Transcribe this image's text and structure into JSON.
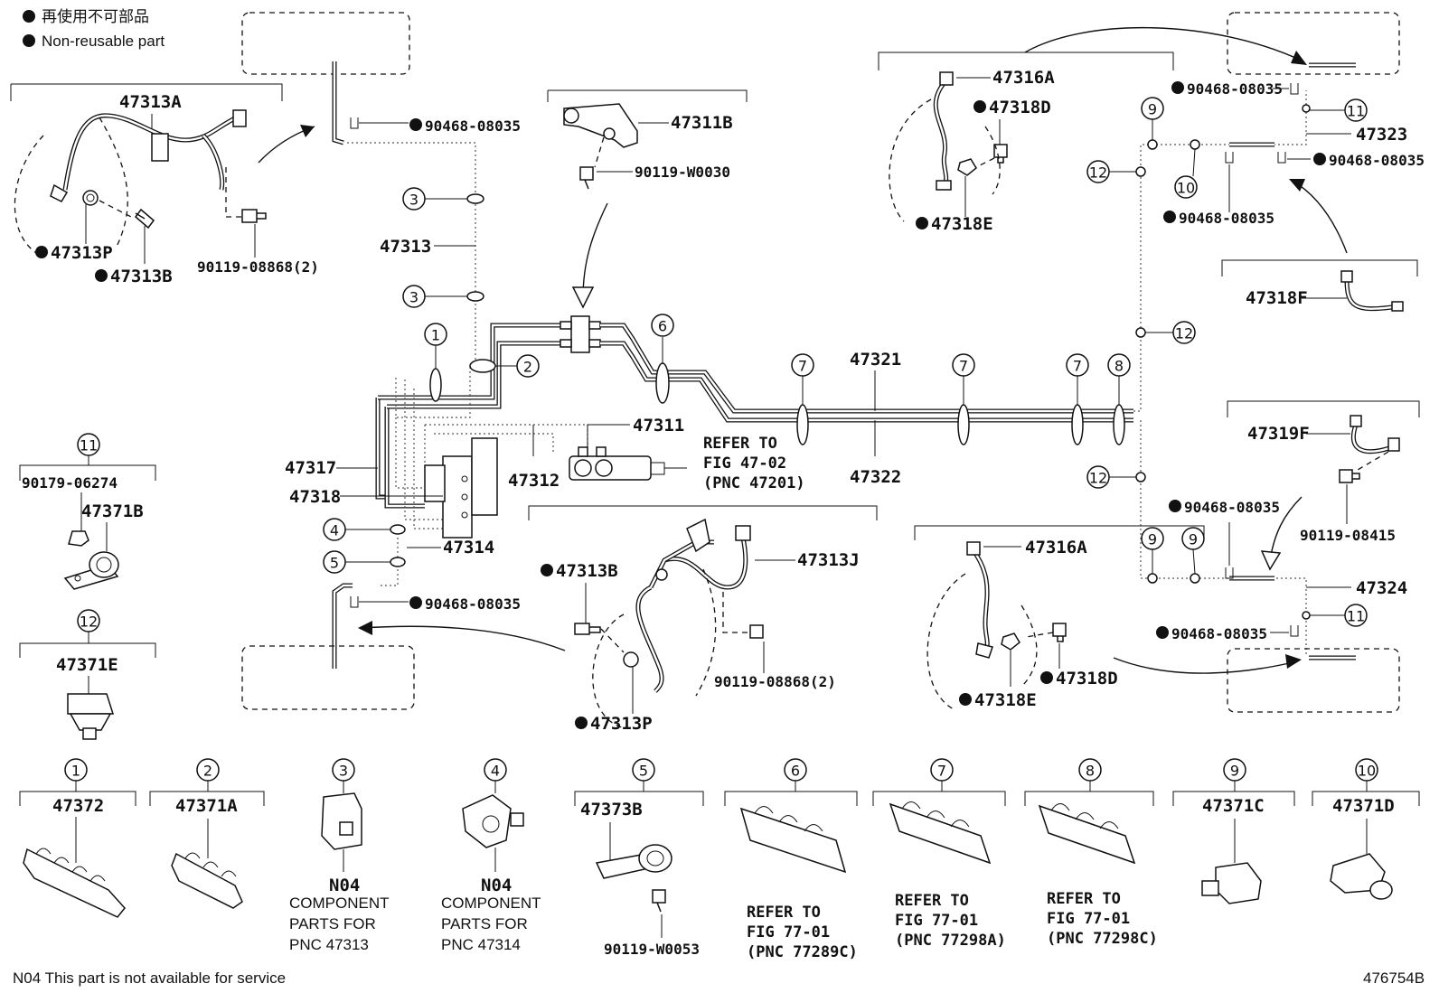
{
  "legend": {
    "jp": "再使用不可部品",
    "en": "Non-reusable part"
  },
  "footer": {
    "note": "N04 This part is not available for service",
    "figure_id": "476754B"
  },
  "labels": {
    "p47313A": "47313A",
    "p47313P_a": "47313P",
    "p47313B_a": "47313B",
    "p90119_08868_a": "90119-08868(2)",
    "p90468_a": "90468-08035",
    "p47313": "47313",
    "p47317": "47317",
    "p47318": "47318",
    "p47314": "47314",
    "p90468_b": "90468-08035",
    "p47311B": "47311B",
    "p90119_W0030": "90119-W0030",
    "p47311": "47311",
    "p47312": "47312",
    "refer_a_1": "REFER TO",
    "refer_a_2": "FIG 47-02",
    "refer_a_3": "(PNC 47201)",
    "p47321": "47321",
    "p47322": "47322",
    "p47313J": "47313J",
    "p47313B_b": "47313B",
    "p47313P_b": "47313P",
    "p90119_08868_b": "90119-08868(2)",
    "p47316A_a": "47316A",
    "p47318D_a": "47318D",
    "p47318E_a": "47318E",
    "p90468_c": "90468-08035",
    "p47323": "47323",
    "p90468_d": "90468-08035",
    "p90468_e": "90468-08035",
    "p47318F": "47318F",
    "p47319F": "47319F",
    "p90119_08415": "90119-08415",
    "p90468_f": "90468-08035",
    "p47324": "47324",
    "p90468_g": "90468-08035",
    "p47316A_b": "47316A",
    "p47318D_b": "47318D",
    "p47318E_b": "47318E",
    "p90179_06274": "90179-06274",
    "p47371B": "47371B",
    "p47371E": "47371E"
  },
  "callouts": [
    "1",
    "2",
    "3",
    "4",
    "5",
    "6",
    "7",
    "8",
    "9",
    "10",
    "11",
    "12"
  ],
  "catalog": [
    {
      "num": "1",
      "part": "47372"
    },
    {
      "num": "2",
      "part": "47371A"
    },
    {
      "num": "3",
      "code": "N04",
      "desc": [
        "COMPONENT",
        "PARTS FOR",
        "PNC 47313"
      ]
    },
    {
      "num": "4",
      "code": "N04",
      "desc": [
        "COMPONENT",
        "PARTS FOR",
        "PNC 47314"
      ]
    },
    {
      "num": "5",
      "part": "47373B",
      "sub": "90119-W0053"
    },
    {
      "num": "6",
      "refer": [
        "REFER TO",
        "FIG 77-01",
        "(PNC 77289C)"
      ]
    },
    {
      "num": "7",
      "refer": [
        "REFER TO",
        "FIG 77-01",
        "(PNC 77298A)"
      ]
    },
    {
      "num": "8",
      "refer": [
        "REFER TO",
        "FIG 77-01",
        "(PNC 77298C)"
      ]
    },
    {
      "num": "9",
      "part": "47371C"
    },
    {
      "num": "10",
      "part": "47371D"
    }
  ]
}
